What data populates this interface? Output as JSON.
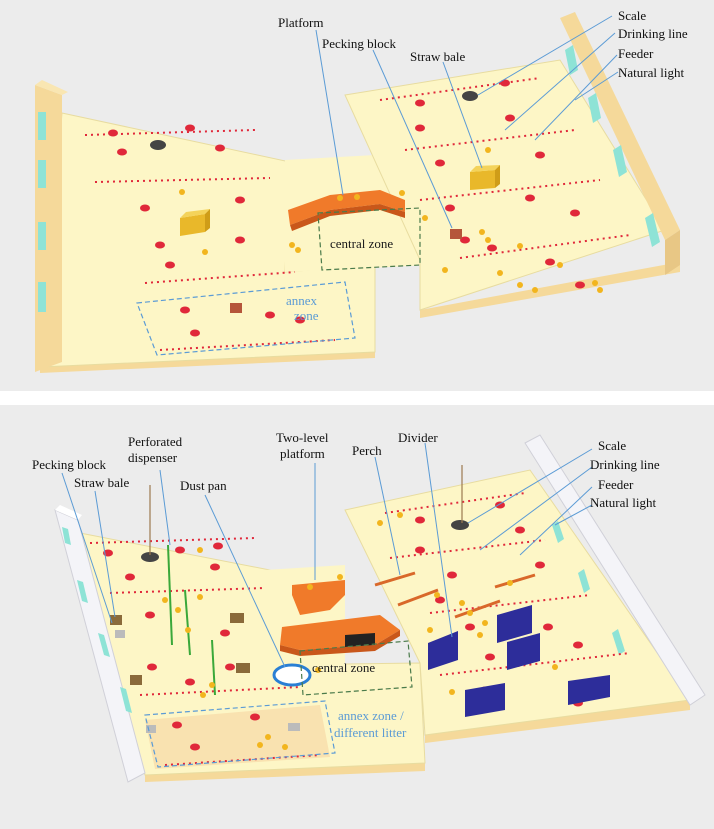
{
  "top": {
    "labels": {
      "platform": "Platform",
      "pecking_block": "Pecking block",
      "straw_bale": "Straw bale",
      "scale": "Scale",
      "drinking_line": "Drinking line",
      "feeder": "Feeder",
      "natural_light": "Natural light"
    },
    "zones": {
      "central": "central zone",
      "annex_line1": "annex",
      "annex_line2": "zone"
    }
  },
  "bottom": {
    "labels": {
      "pecking_block": "Pecking block",
      "straw_bale": "Straw bale",
      "perforated_line1": "Perforated",
      "perforated_line2": "dispenser",
      "dust_pan": "Dust pan",
      "two_level_line1": "Two-level",
      "two_level_line2": "platform",
      "perch": "Perch",
      "divider": "Divider",
      "scale": "Scale",
      "drinking_line": "Drinking line",
      "feeder": "Feeder",
      "natural_light": "Natural light"
    },
    "zones": {
      "central": "central zone",
      "annex_line1": "annex zone /",
      "annex_line2": "different litter"
    }
  },
  "colors": {
    "panel_bg": "#ececec",
    "floor": "#fdf6c6",
    "wall": "#f5d99a",
    "window": "#8ee3d6",
    "feeder": "#e0283a",
    "platform": "#f07a2a",
    "divider": "#2d2d9a",
    "annex_zone": "#5b9bd5",
    "central_zone": "#4a7a4a"
  }
}
